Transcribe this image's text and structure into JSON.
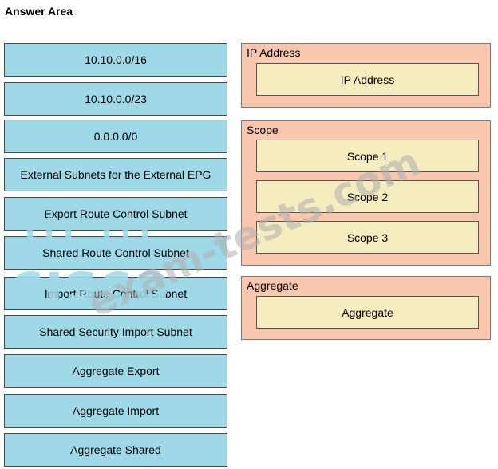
{
  "title": "Answer Area",
  "source_items": [
    "10.10.0.0/16",
    "10.10.0.0/23",
    "0.0.0.0/0",
    "External Subnets for the External EPG",
    "Export Route Control Subnet",
    "Shared Route Control Subnet",
    "Import Route Control Subnet",
    "Shared Security Import Subnet",
    "Aggregate Export",
    "Aggregate Import",
    "Aggregate Shared"
  ],
  "targets": {
    "ip_address": {
      "label": "IP Address",
      "slots": [
        "IP Address"
      ]
    },
    "scope": {
      "label": "Scope",
      "slots": [
        "Scope 1",
        "Scope 2",
        "Scope 3"
      ]
    },
    "aggregate": {
      "label": "Aggregate",
      "slots": [
        "Aggregate"
      ]
    }
  },
  "watermark": {
    "brand": "cisco",
    "site": "exam-tests.com"
  },
  "colors": {
    "source_fill": "#9fd9e8",
    "group_fill": "#f9c6ae",
    "slot_fill": "#f5ecbf"
  }
}
